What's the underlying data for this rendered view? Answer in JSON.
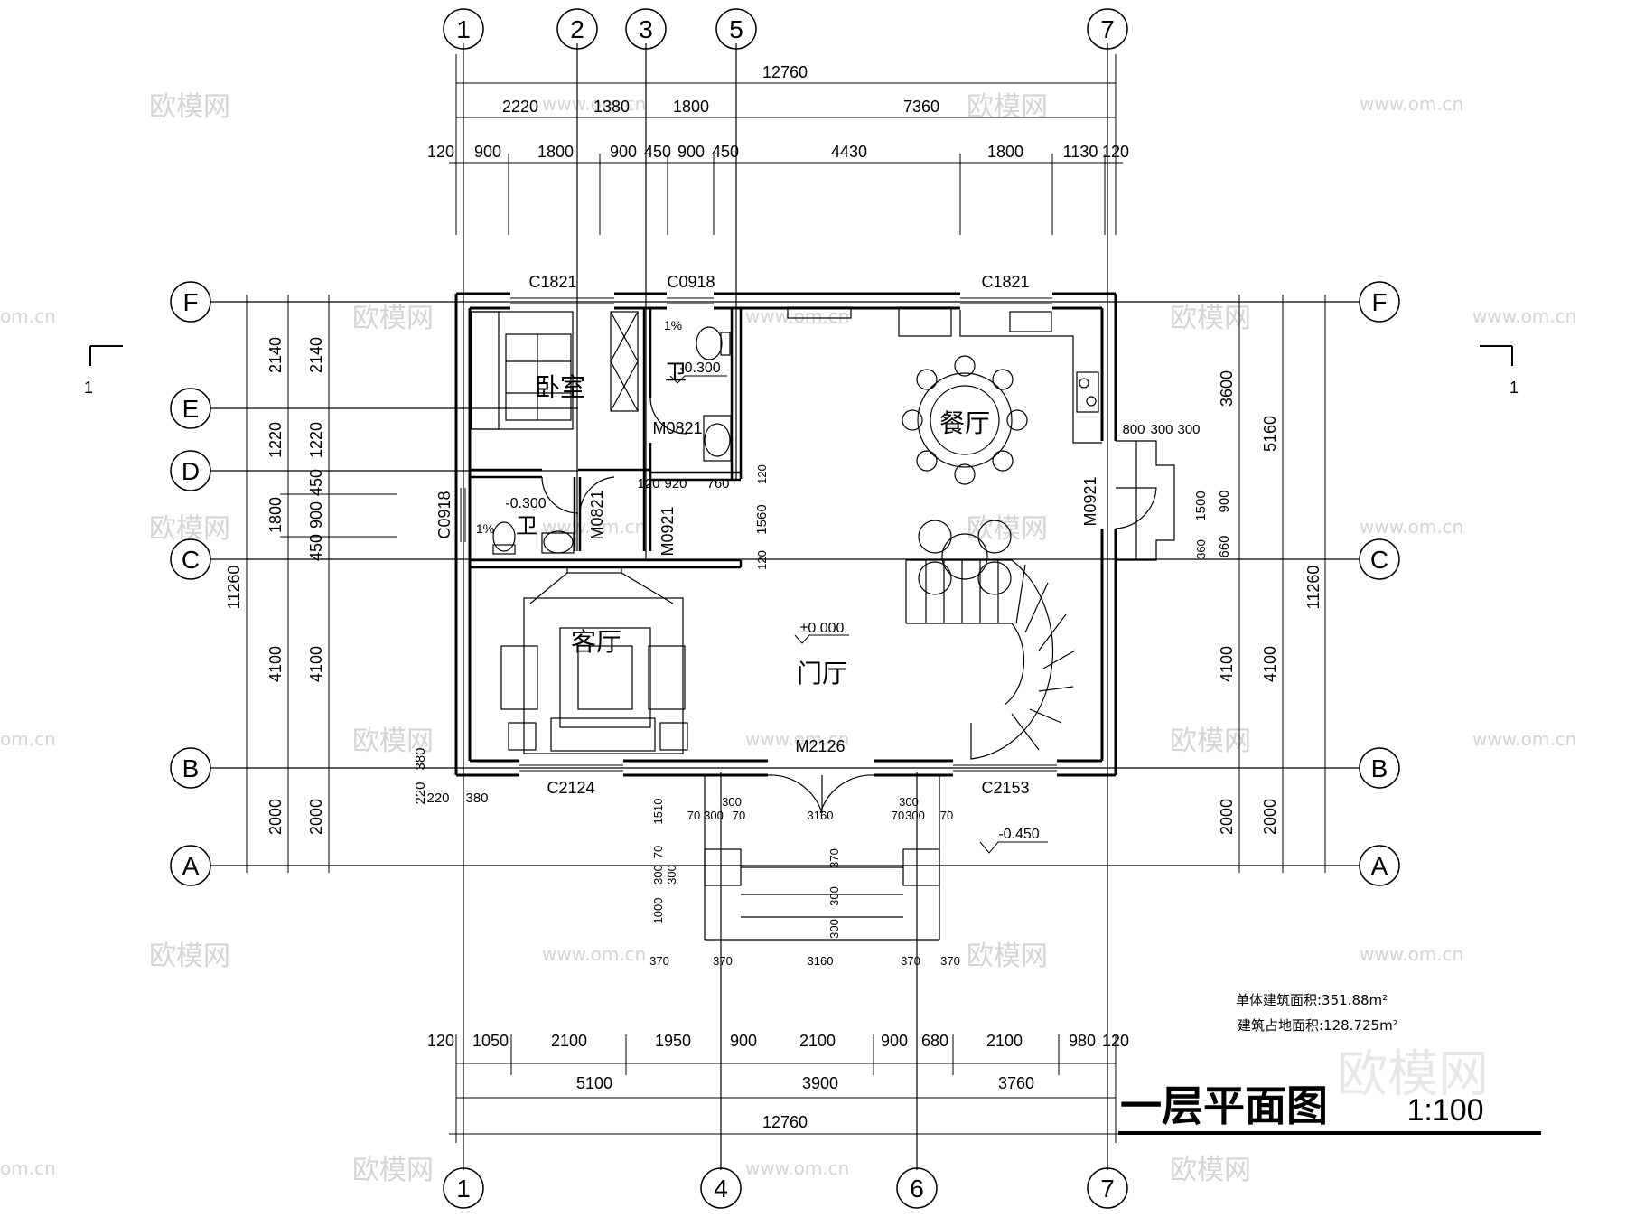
{
  "drawing": {
    "title": "一层平面图",
    "scale": "1:100",
    "area_single": "单体建筑面积:351.88m²",
    "area_footprint": "建筑占地面积:128.725m²",
    "section_mark": "1"
  },
  "watermarks": {
    "logo": "欧模网",
    "url": "www.om.cn",
    "url_partial": "om.cn",
    "big_logo": "欧模网"
  },
  "axes": {
    "top": [
      "1",
      "2",
      "3",
      "5",
      "7"
    ],
    "bottom": [
      "1",
      "4",
      "6",
      "7"
    ],
    "left": [
      "F",
      "E",
      "D",
      "C",
      "B",
      "A"
    ],
    "right": [
      "F",
      "C",
      "B",
      "A"
    ]
  },
  "dims": {
    "top_total": "12760",
    "top_mid": [
      "2220",
      "1380",
      "1800",
      "7360"
    ],
    "top_detail": [
      "120",
      "900",
      "1800",
      "900",
      "450",
      "900",
      "450",
      "4430",
      "1800",
      "1130",
      "120"
    ],
    "bottom_detail": [
      "120",
      "1050",
      "2100",
      "1950",
      "900",
      "2100",
      "900",
      "680",
      "2100",
      "980",
      "120"
    ],
    "bottom_mid": [
      "5100",
      "3900",
      "3760"
    ],
    "bottom_total": "12760",
    "left_outer": [
      "11260"
    ],
    "left_mid": [
      "2140",
      "1220",
      "1800",
      "4100",
      "2000"
    ],
    "left_inner": [
      "2140",
      "1220",
      "450",
      "900",
      "450",
      "4100",
      "2000"
    ],
    "left_corner": [
      "380",
      "220",
      "220",
      "380"
    ],
    "right_outer": [
      "11260"
    ],
    "right_mid": [
      "5160",
      "4100",
      "2000"
    ],
    "right_inner": [
      "3600",
      "4100",
      "2000"
    ],
    "right_stair": [
      "800",
      "300",
      "300",
      "1500",
      "900",
      "660",
      "360"
    ],
    "porch_top": [
      "1510",
      "70",
      "300",
      "70",
      "3160",
      "70",
      "300",
      "70",
      "300",
      "300"
    ],
    "porch_side": [
      "370",
      "300",
      "300",
      "1000",
      "300",
      "70",
      "300"
    ],
    "porch_bottom": [
      "370",
      "370",
      "3160",
      "370",
      "370"
    ],
    "interior": [
      "120",
      "920",
      "760",
      "120",
      "1560",
      "120"
    ]
  },
  "rooms": {
    "bedroom": "卧室",
    "bath": "卫",
    "dining": "餐厅",
    "living": "客厅",
    "foyer": "门厅"
  },
  "levels": {
    "bath1": "-0.300",
    "bath2": "-0.300",
    "foyer": "±0.000",
    "outside": "-0.450",
    "slope1": "1%",
    "slope2": "1%"
  },
  "openings": {
    "c1821_left": "C1821",
    "c0918_top": "C0918",
    "c1821_right": "C1821",
    "m0821_a": "M0821",
    "m0821_b": "M0821",
    "m0921_a": "M0921",
    "m0921_b": "M0921",
    "c0918_left": "C0918",
    "m2126": "M2126",
    "c2124": "C2124",
    "c2153": "C2153"
  }
}
